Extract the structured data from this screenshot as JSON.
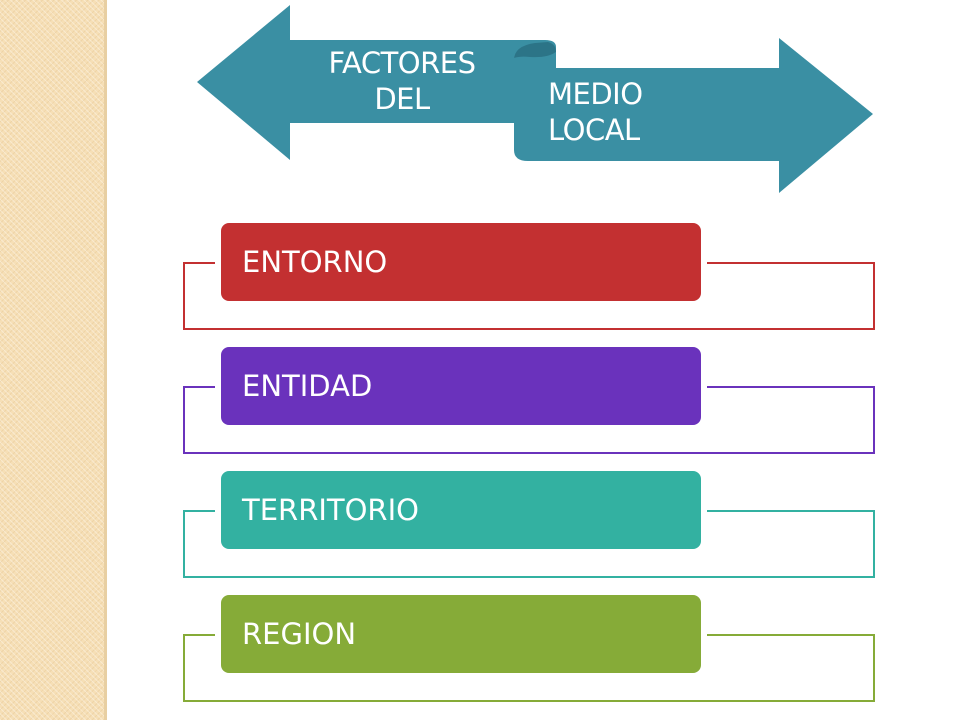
{
  "colors": {
    "arrow": "#3a8fa3",
    "arrow_dark": "#2c7487",
    "sidebar": "#f6dfb6",
    "item1": "#c33031",
    "item2": "#6a32bc",
    "item3": "#33b1a1",
    "item4": "#86ab38"
  },
  "header": {
    "left_arrow_lines": [
      "FACTORES",
      "DEL"
    ],
    "right_arrow_lines": [
      "MEDIO",
      "LOCAL"
    ]
  },
  "items": [
    {
      "label": "ENTORNO",
      "color": "#c33031"
    },
    {
      "label": "ENTIDAD",
      "color": "#6a32bc"
    },
    {
      "label": "TERRITORIO",
      "color": "#33b1a1"
    },
    {
      "label": "REGION",
      "color": "#86ab38"
    }
  ]
}
